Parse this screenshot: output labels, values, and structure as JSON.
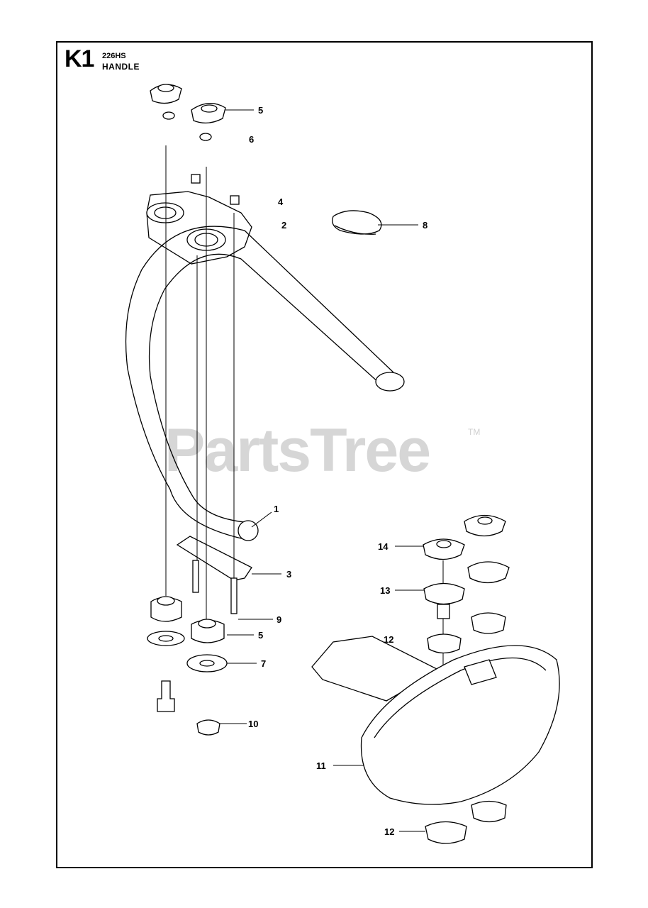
{
  "header": {
    "code": "K1",
    "model": "226HS",
    "name": "HANDLE"
  },
  "watermark": {
    "text": "PartsTree",
    "mark": "TM"
  },
  "callouts": [
    "5",
    "6",
    "4",
    "2",
    "8",
    "1",
    "3",
    "9",
    "5",
    "7",
    "10",
    "14",
    "13",
    "12",
    "11",
    "12"
  ]
}
